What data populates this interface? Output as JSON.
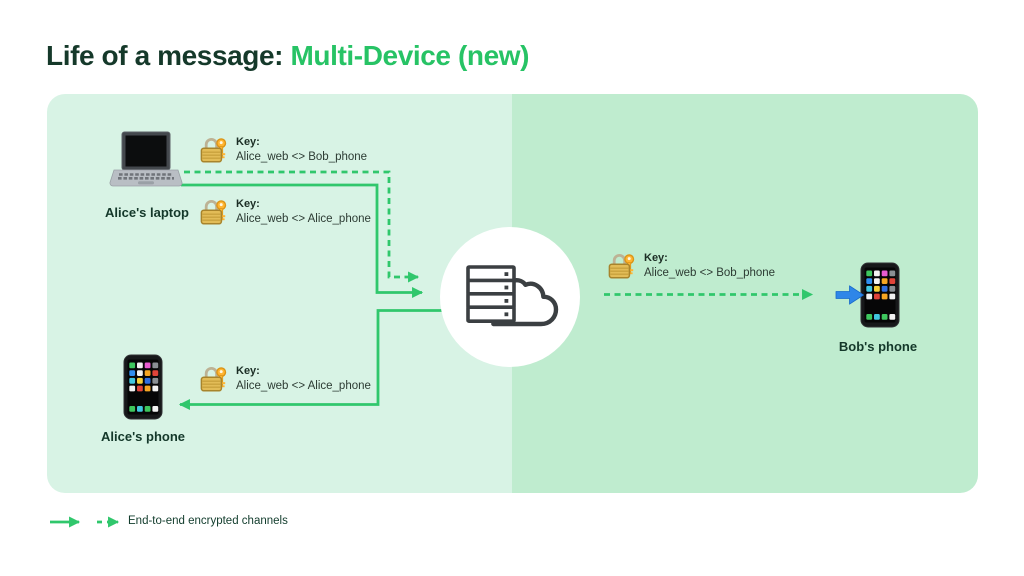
{
  "title": {
    "prefix": "Life of a message: ",
    "highlight": "Multi-Device (new)"
  },
  "devices": {
    "laptop": {
      "label": "Alice's laptop"
    },
    "alice_phone": {
      "label": "Alice's phone"
    },
    "bob_phone": {
      "label": "Bob's phone"
    }
  },
  "keys": [
    {
      "label": "Key:",
      "pair": "Alice_web <> Bob_phone"
    },
    {
      "label": "Key:",
      "pair": "Alice_web <> Alice_phone"
    },
    {
      "label": "Key:",
      "pair": "Alice_web <> Alice_phone"
    },
    {
      "label": "Key:",
      "pair": "Alice_web <> Bob_phone"
    }
  ],
  "legend": {
    "text": "End-to-end encrypted channels"
  },
  "icons": {
    "hub": "server-cloud-icon",
    "sender_device": "laptop-icon",
    "receiver_devices": "smartphone-icon",
    "key": "lock-with-key-icon",
    "delivery": "blue-right-arrow-icon"
  },
  "colors": {
    "title_dark": "#15392a",
    "accent_green": "#27c365",
    "arrow_green": "#30c76c",
    "panel_left": "#d8f3e5",
    "panel_right": "#bfeccf",
    "hub_background": "#ffffff",
    "blue_arrow": "#2e86e8"
  }
}
